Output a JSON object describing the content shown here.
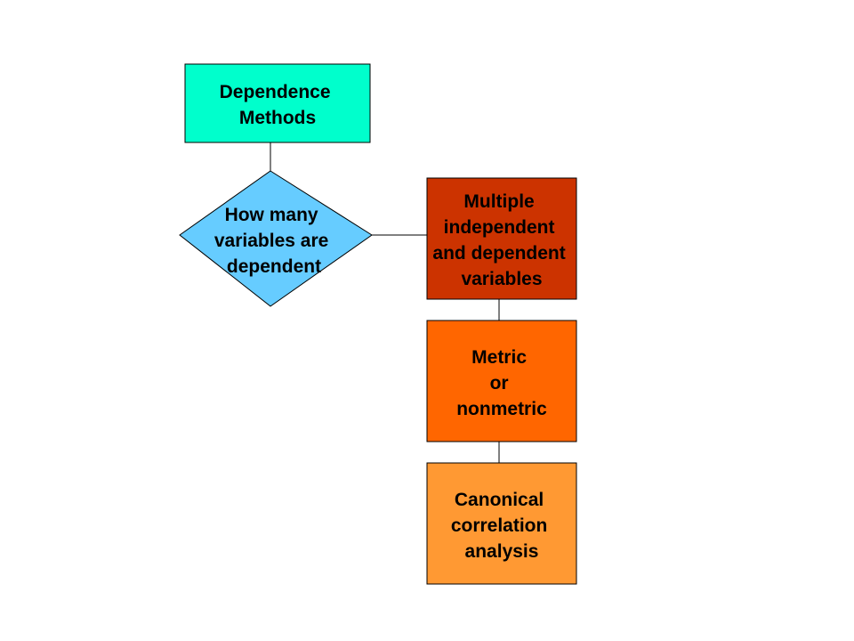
{
  "diagram": {
    "nodes": {
      "dependence_methods": {
        "lines": [
          "Dependence",
          "Methods"
        ],
        "fill": "#00FFCC"
      },
      "how_many_dependent": {
        "lines": [
          "How many",
          "variables are",
          "dependent"
        ],
        "fill": "#66CCFF"
      },
      "multiple_variables": {
        "lines": [
          "Multiple",
          "independent",
          "and dependent",
          "variables"
        ],
        "fill": "#CC3300"
      },
      "metric_or_nonmetric": {
        "lines": [
          "Metric",
          "or",
          "nonmetric"
        ],
        "fill": "#FF6600"
      },
      "canonical_correlation": {
        "lines": [
          "Canonical",
          "correlation",
          "analysis"
        ],
        "fill": "#FF9933"
      }
    },
    "stroke": "#000000"
  }
}
